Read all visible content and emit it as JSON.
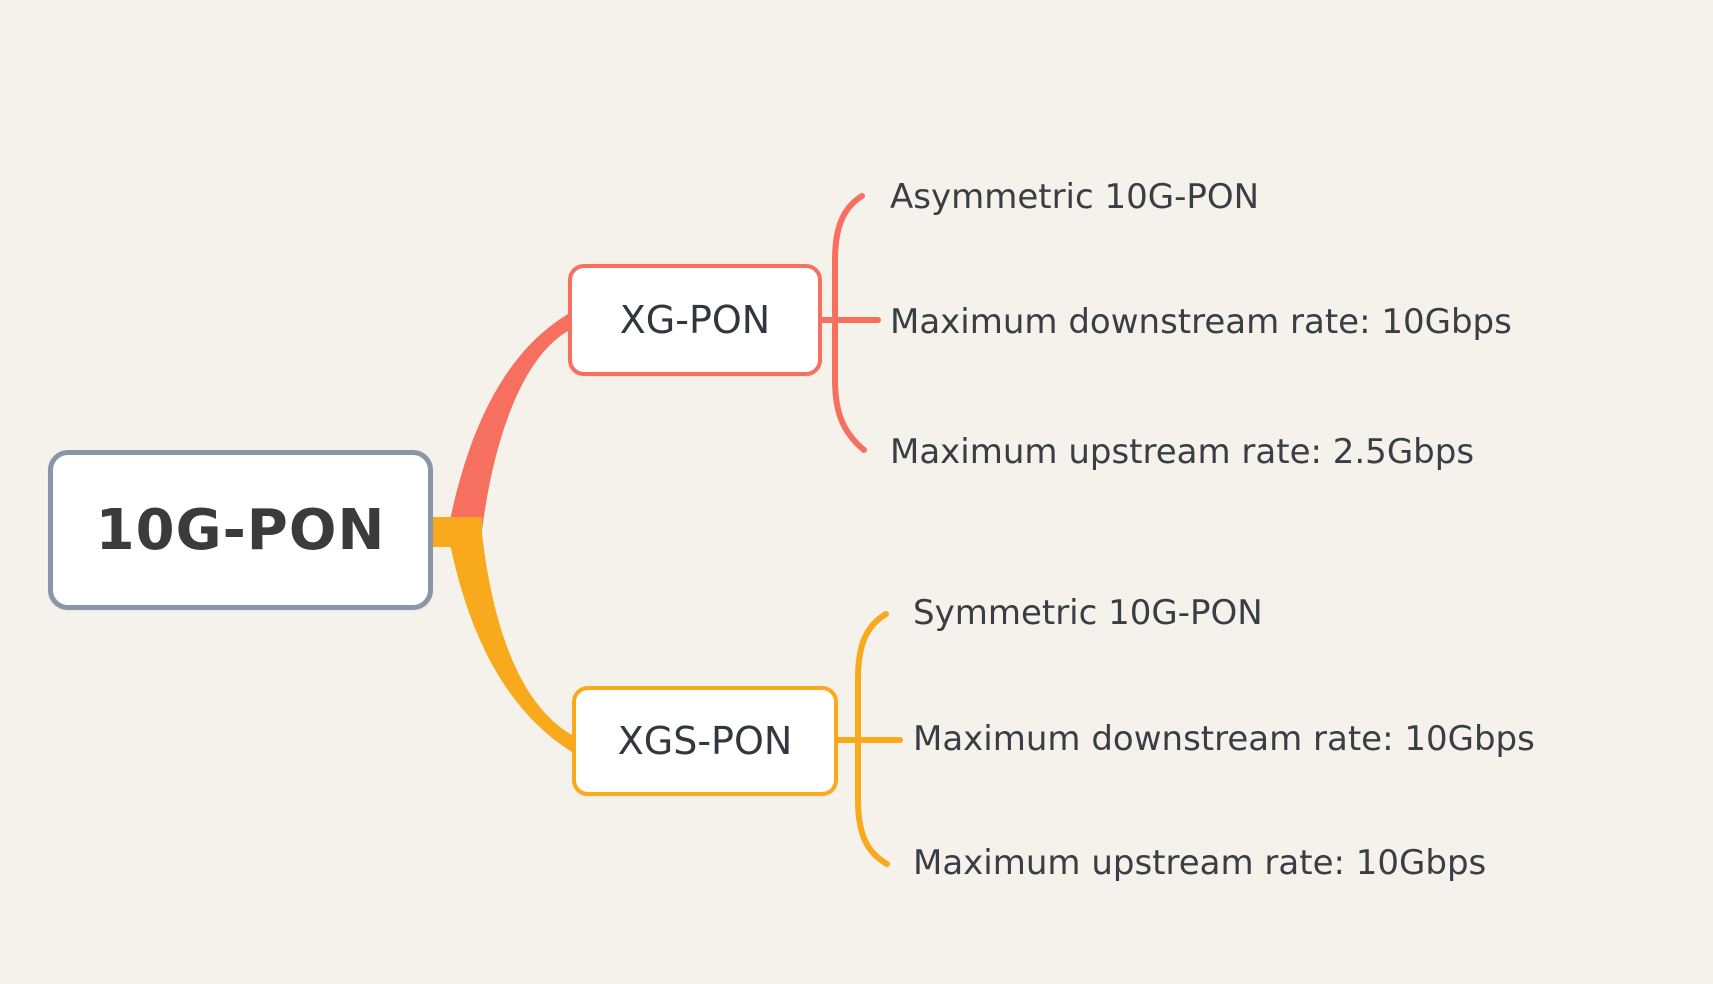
{
  "canvas": {
    "background_color": "#F5F2EC"
  },
  "root": {
    "label": "10G-PON",
    "border_color": "#8A95A6",
    "fill_color": "#FFFFFF",
    "text_color": "#3B3B3B"
  },
  "branches": [
    {
      "label": "XG-PON",
      "color": "#F7705F",
      "fill_color": "#FFFFFF",
      "children": [
        "Asymmetric 10G-PON",
        "Maximum downstream rate: 10Gbps",
        "Maximum upstream rate: 2.5Gbps"
      ]
    },
    {
      "label": "XGS-PON",
      "color": "#F9A91C",
      "fill_color": "#FFFFFF",
      "children": [
        "Symmetric 10G-PON",
        "Maximum downstream rate: 10Gbps",
        "Maximum upstream rate: 10Gbps"
      ]
    }
  ]
}
